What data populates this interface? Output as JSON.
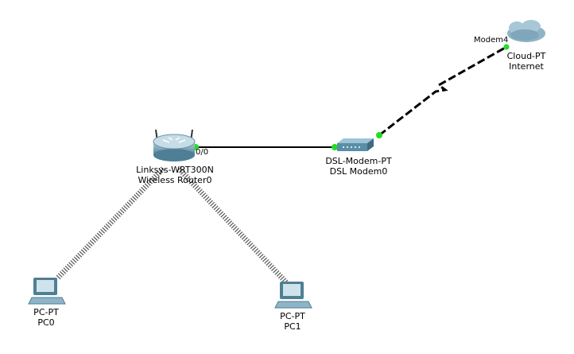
{
  "devices": {
    "router": {
      "model": "Linksys-WRT300N",
      "name": "Wireless Router0",
      "port_label": "0/0"
    },
    "modem": {
      "model": "DSL-Modem-PT",
      "name": "DSL Modem0"
    },
    "cloud": {
      "model": "Cloud-PT",
      "name": "Internet",
      "port_label": "Modem4"
    },
    "pc0": {
      "model": "PC-PT",
      "name": "PC0"
    },
    "pc1": {
      "model": "PC-PT",
      "name": "PC1"
    }
  },
  "colors": {
    "link_up": "#22dd22",
    "cable": "#000000",
    "wireless": "#555555"
  }
}
